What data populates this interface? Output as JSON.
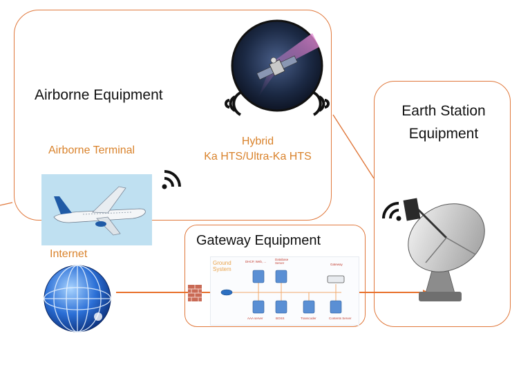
{
  "diagram": {
    "airborne_title": "Airborne Equipment",
    "earth_title_line1": "Earth Station",
    "earth_title_line2": "Equipment",
    "gateway_title": "Gateway Equipment",
    "satellite_label_line1": "Hybrid",
    "satellite_label_line2": "Ka HTS/Ultra-Ka HTS",
    "terminal_label": "Airborne Terminal",
    "internet_label": "Internet",
    "ground_system_label_line1": "Ground",
    "ground_system_label_line2": "System",
    "server_labels": {
      "dhcp": "DHCP, Web, ...",
      "database": "Database Server",
      "gateway": "Gateway",
      "aaa": "AAA server",
      "boss": "BOSS",
      "transcoder": "Transcoder",
      "contents": "Contents Server"
    }
  },
  "colors": {
    "accent": "#e0773a",
    "label_orange": "#d9822b",
    "title_text": "#111111"
  }
}
